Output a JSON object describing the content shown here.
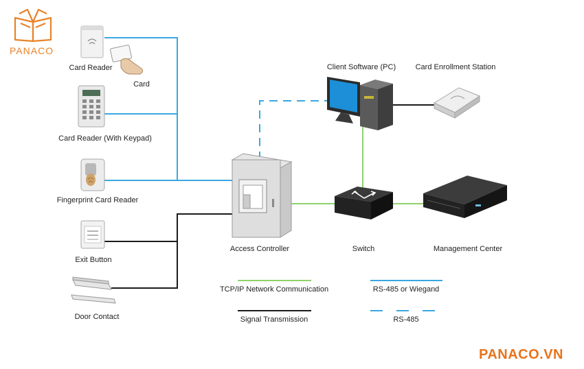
{
  "brand": {
    "logo_text": "PANACO",
    "website": "PANACO.VN",
    "color": "#e8822a"
  },
  "colors": {
    "rs485_wiegand": "#3aa7e0",
    "tcpip": "#8fd16a",
    "signal": "#1a1a1a"
  },
  "devices": {
    "card_reader": "Card Reader",
    "card": "Card",
    "card_reader_keypad": "Card Reader (With Keypad)",
    "fingerprint_reader": "Fingerprint Card Reader",
    "exit_button": "Exit Button",
    "door_contact": "Door Contact",
    "access_controller": "Access Controller",
    "client_software": "Client Software (PC)",
    "enrollment_station": "Card Enrollment Station",
    "switch": "Switch",
    "management_center": "Management Center"
  },
  "legend": {
    "tcpip": "TCP/IP Network Communication",
    "rs485_wiegand": "RS-485 or Wiegand",
    "signal": "Signal Transmission",
    "rs485": "RS-485"
  }
}
